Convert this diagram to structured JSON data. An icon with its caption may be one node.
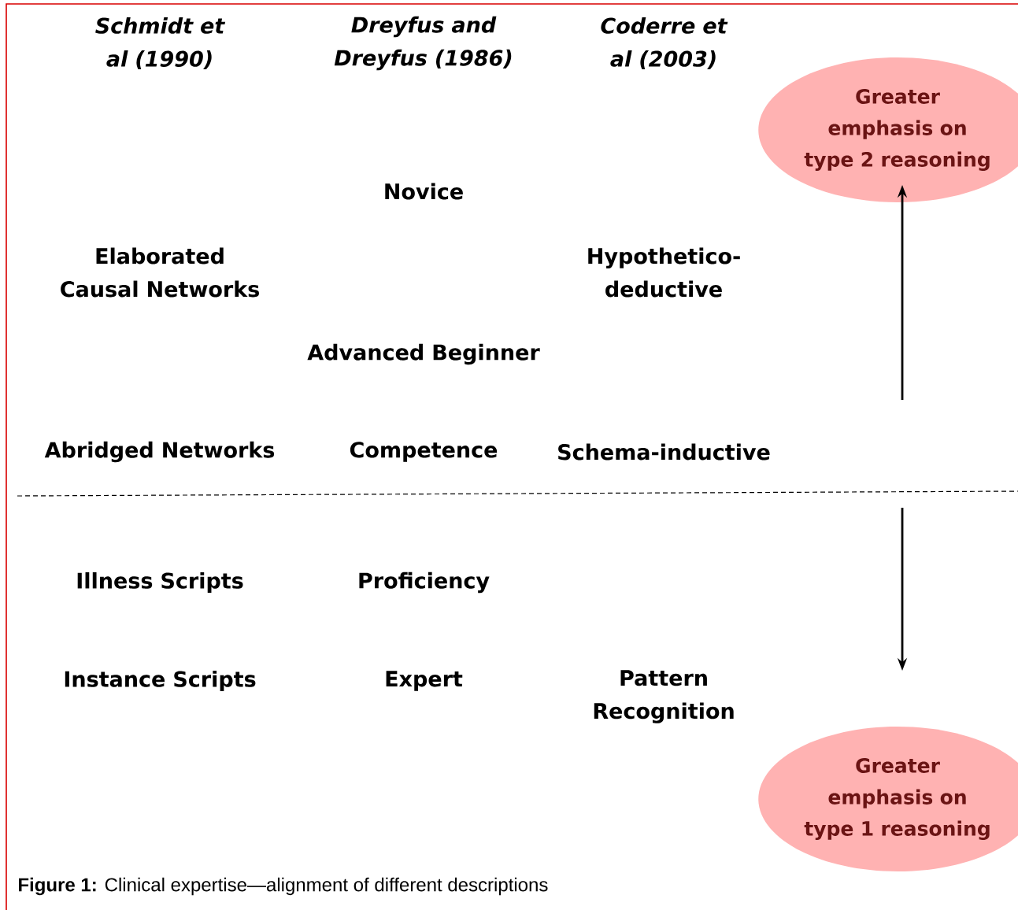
{
  "diagram": {
    "caption": "**Figure 1:** Clinical expertise—alignment of different descriptions",
    "nodes": [
      {
        "text": [
          "Greater emphasis on type 2 reasoning"
        ]
      },
      {
        "text": [
          "Greater emphasis on type 1 reasoning"
        ]
      }
    ],
    "labels": [
      "Schmidt et al (1990)",
      "Dreyfus and Dreyfus (1986)",
      "Coderre et al (2003)",
      "Novice",
      "Elaborated Causal Networks",
      "Hypothetico-deductive",
      "Advanced Beginner",
      "Abridged Networks",
      "Competence",
      "Schema-inductive",
      "Illness Scripts",
      "Proficiency",
      "Instance Scripts",
      "Expert",
      "Pattern Recognition"
    ]
  }
}
